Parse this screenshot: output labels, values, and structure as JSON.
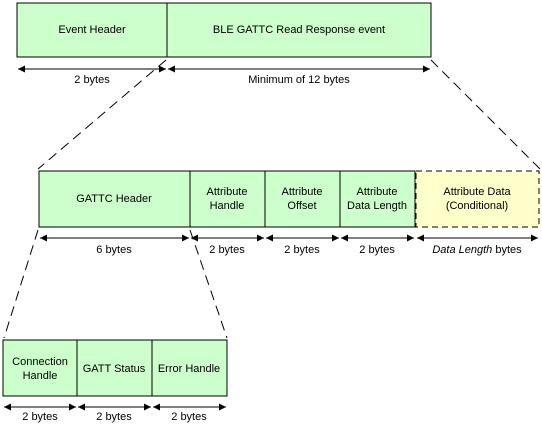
{
  "colors": {
    "field_fill": "#ccffcc",
    "conditional_fill": "#ffffcc",
    "stroke": "#000000"
  },
  "top_packet": {
    "event_header": "Event Header",
    "read_response_event": "BLE GATTC Read Response event",
    "event_header_size": "2 bytes",
    "event_size": "Minimum of 12 bytes"
  },
  "event_packet": {
    "gattc_header": "GATTC Header",
    "attribute_handle": [
      "Attribute",
      "Handle"
    ],
    "attribute_offset": [
      "Attribute",
      "Offset"
    ],
    "attribute_data_length": [
      "Attribute",
      "Data Length"
    ],
    "attribute_data": [
      "Attribute Data",
      "(Conditional)"
    ],
    "gattc_header_size": "6 bytes",
    "attribute_handle_size": "2 bytes",
    "attribute_offset_size": "2 bytes",
    "attribute_data_length_size": "2 bytes",
    "attribute_data_size_italic": "Data Length",
    "attribute_data_size_unit": " bytes"
  },
  "gattc_header_packet": {
    "connection_handle": [
      "Connection",
      "Handle"
    ],
    "gatt_status": "GATT Status",
    "error_handle": "Error Handle",
    "connection_handle_size": "2 bytes",
    "gatt_status_size": "2 bytes",
    "error_handle_size": "2 bytes"
  }
}
